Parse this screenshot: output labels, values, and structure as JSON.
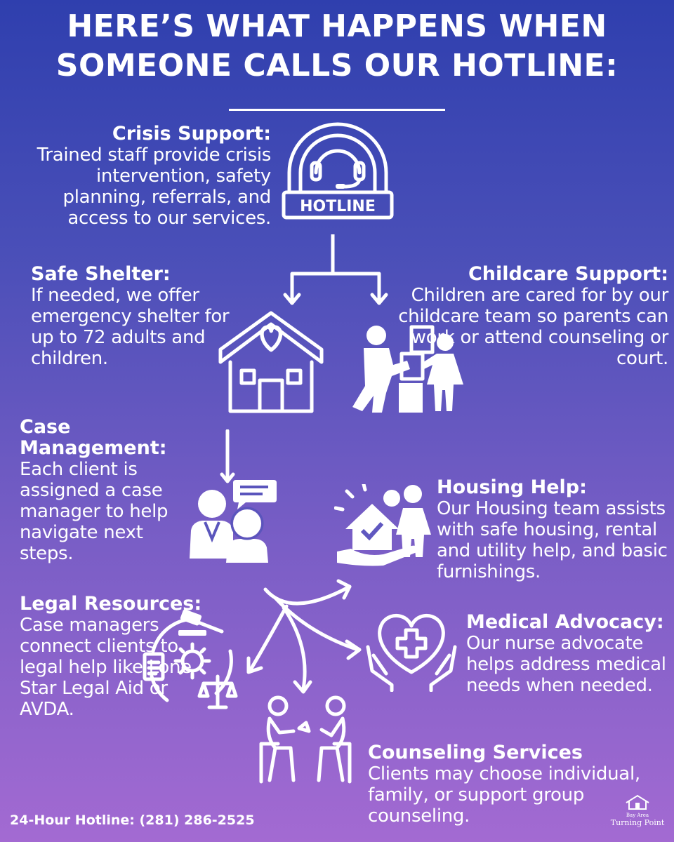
{
  "title": {
    "line1": "HERE’S WHAT HAPPENS WHEN",
    "line2": "SOMEONE CALLS OUR HOTLINE:"
  },
  "sections": {
    "crisis": {
      "heading": "Crisis Support:",
      "text": "Trained staff provide crisis intervention, safety planning, referrals, and access to our services."
    },
    "shelter": {
      "heading": "Safe Shelter:",
      "text": "If needed, we offer emergency shelter for up to 72 adults and children."
    },
    "childcare": {
      "heading": "Childcare Support:",
      "text": "Children are cared for by our childcare team so parents can work or attend counseling or court."
    },
    "case": {
      "heading": "Case Management:",
      "text": "Each client is assigned a case manager to help navigate next steps."
    },
    "housing": {
      "heading": "Housing Help:",
      "text": "Our Housing team assists with safe housing, rental and utility help, and basic furnishings."
    },
    "legal": {
      "heading": "Legal Resources:",
      "text": "Case managers connect clients to legal help like Lone Star Legal Aid or AVDA."
    },
    "medical": {
      "heading": "Medical Advocacy:",
      "text": "Our nurse advocate helps address medical needs when needed."
    },
    "counseling": {
      "heading": "Counseling Services",
      "text": "Clients may choose individual, family, or support group counseling."
    }
  },
  "hotline_badge": "HOTLINE",
  "footer": {
    "hotline": "24-Hour Hotline: (281) 286-2525"
  },
  "logo": {
    "top": "Bay Area",
    "bottom": "Turning Point"
  },
  "icons": [
    "headset-icon",
    "house-heart-icon",
    "childcare-blocks-icon",
    "case-manager-icon",
    "housing-help-icon",
    "legal-icon",
    "medical-heart-icon",
    "counseling-icon"
  ]
}
